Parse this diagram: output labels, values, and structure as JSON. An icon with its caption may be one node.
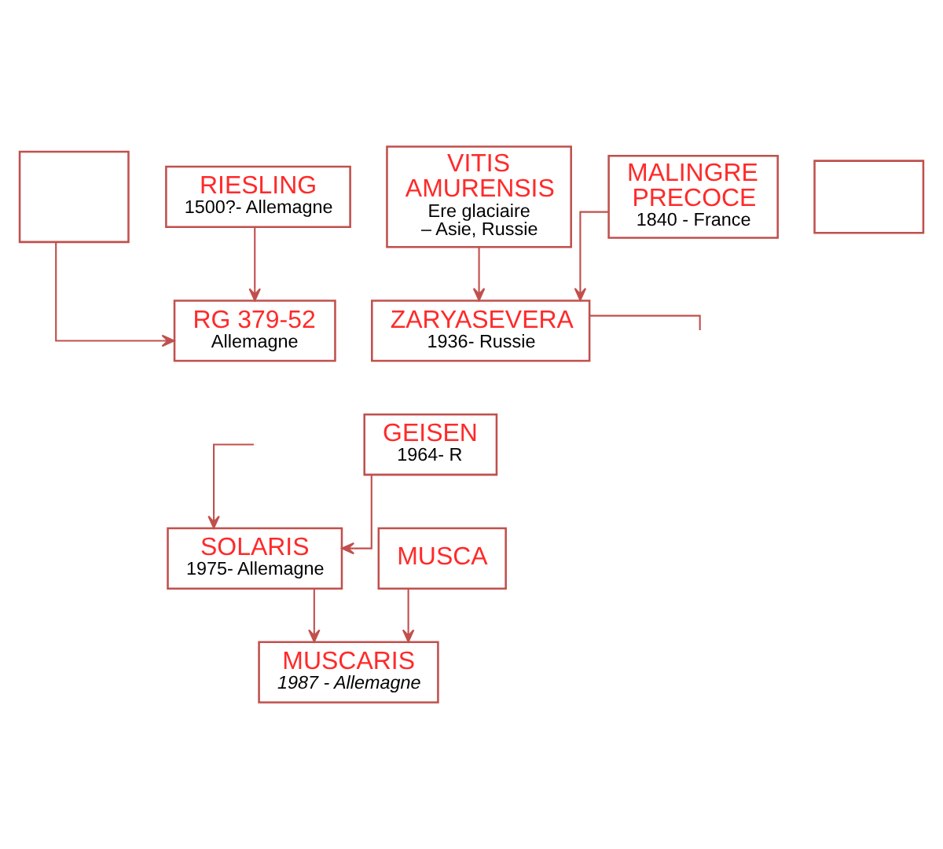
{
  "diagram": {
    "nodes": [
      {
        "text": [],
        "shape": "box"
      },
      {
        "text": [],
        "shape": "box"
      },
      {
        "text": [
          "RIESLING",
          "1500?- Allemagne"
        ]
      },
      {
        "text": [
          "VITIS AMURENSIS",
          "Ere glaciaire – Asie, Russie"
        ]
      },
      {
        "text": [
          "MALINGRE PRECOCE",
          "1840 - France"
        ]
      },
      {
        "text": [
          "RG 379-52",
          "Allemagne"
        ]
      },
      {
        "text": [
          "ZARYASEVERA",
          "1936- Russie"
        ]
      },
      {
        "text": [
          "GEISEN",
          "1964- R"
        ]
      },
      {
        "text": [
          "SOLARIS",
          "1975- Allemagne"
        ]
      },
      {
        "text": [
          "MUSCA"
        ]
      },
      {
        "text": [
          "MUSCARIS",
          "1987 - Allemagne"
        ]
      }
    ],
    "edges": [
      {
        "from": 0,
        "to": 5,
        "arrow": "to"
      },
      {
        "from": 2,
        "to": 5,
        "arrow": "to"
      },
      {
        "from": 3,
        "to": 6,
        "arrow": "to"
      },
      {
        "from": 4,
        "to": 6,
        "arrow": "to"
      },
      {
        "from": 6,
        "to": null,
        "arrow": "none"
      },
      {
        "from": null,
        "to": 8,
        "arrow": "to"
      },
      {
        "from": 7,
        "to": 8,
        "arrow": "to"
      },
      {
        "from": 8,
        "to": 10,
        "arrow": "to"
      },
      {
        "from": 9,
        "to": 10,
        "arrow": "to"
      }
    ]
  }
}
